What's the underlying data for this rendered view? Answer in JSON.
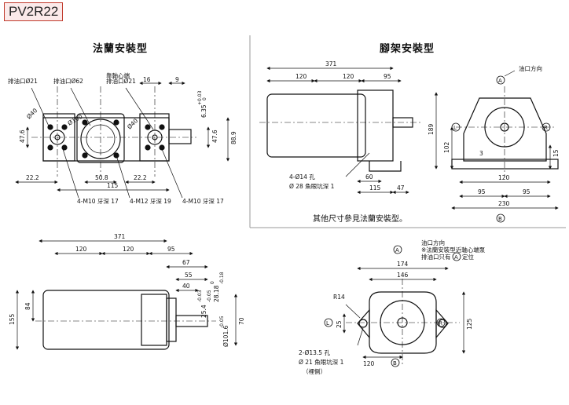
{
  "model": "PV2R22",
  "headings": {
    "flange": "法蘭安裝型",
    "foot": "腳架安裝型",
    "foot_note": "其他尺寸參見法蘭安裝型。"
  },
  "flange_front": {
    "ports": [
      "排油口Ø21",
      "排油口Ø62",
      "排油口Ø21"
    ],
    "axis_label": "靠軸心端",
    "dims": [
      "16",
      "9",
      "Ø40",
      "Ø100",
      "Ø40",
      "47.6",
      "47.6",
      "88.9",
      "6.35",
      "+0.03",
      "0",
      "22.2",
      "50.8",
      "22.2",
      "115"
    ],
    "threads": [
      "4-M10 牙深 17",
      "4-M12 牙深 19",
      "4-M10 牙深 17"
    ]
  },
  "foot_side": {
    "dims": [
      "371",
      "120",
      "120",
      "95",
      "60",
      "115",
      "47"
    ],
    "hole": "4-Ø14 孔",
    "spot": "Ø 28 魚眼坑深 1"
  },
  "foot_end": {
    "inlet": "油口方向",
    "markers": [
      "A",
      "L",
      "R",
      "B"
    ],
    "dims": [
      "189",
      "102",
      "3",
      "15",
      "120",
      "95",
      "95",
      "230"
    ]
  },
  "flange_side": {
    "dims": [
      "371",
      "120",
      "120",
      "95",
      "67",
      "55",
      "40",
      "25.4",
      "-0.03",
      "-0.05",
      "28.18",
      "0",
      "-0.18",
      "Ø101.6",
      "-0.05",
      "70",
      "155",
      "84"
    ]
  },
  "flange_end": {
    "inlet": "油口方向",
    "note1": "※法蘭安裝型近軸心端泵",
    "note2a": "排油口只有",
    "note2b": "定位",
    "markers": [
      "A",
      "L",
      "R",
      "B"
    ],
    "dims": [
      "174",
      "146",
      "R14",
      "25",
      "125",
      "120"
    ],
    "hole": "2-Ø13.5 孔",
    "spot": "Ø 21 魚眼坑深 1",
    "side": "（裡側）"
  }
}
